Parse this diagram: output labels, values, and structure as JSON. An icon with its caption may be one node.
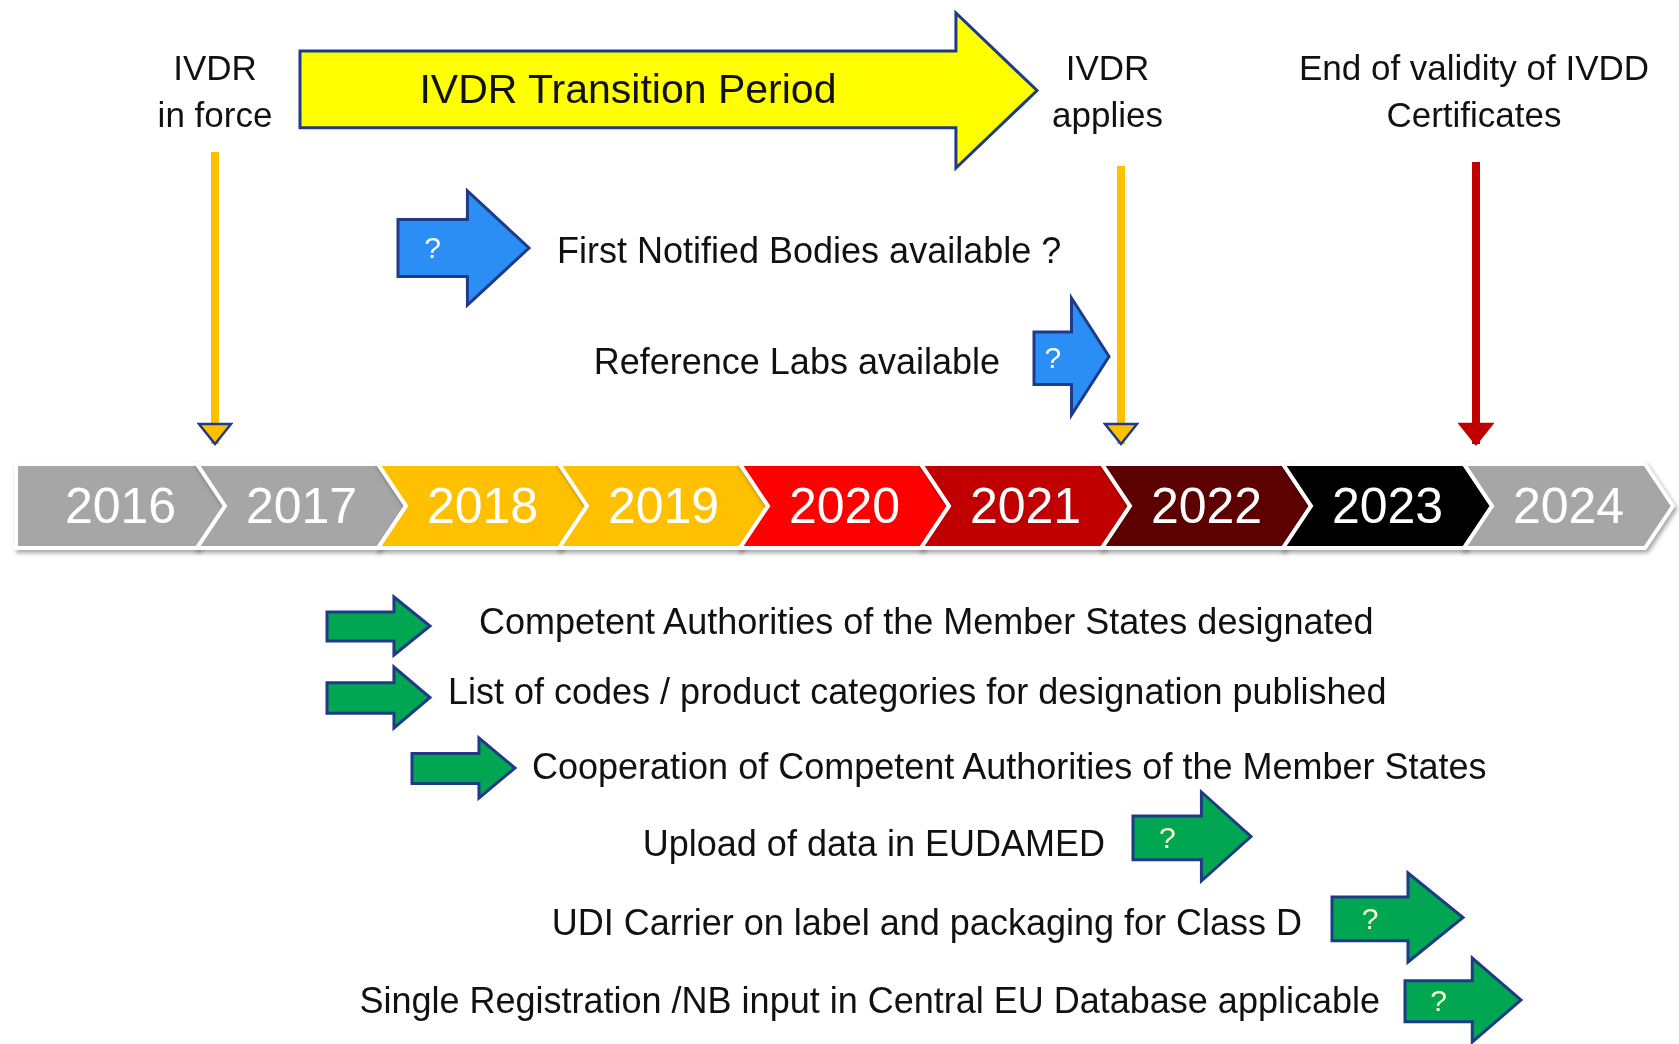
{
  "diagram": {
    "nodes": [
      {
        "text": [
          "IVDR in force"
        ]
      },
      {
        "text": [
          "IVDR Transition Period"
        ]
      },
      {
        "text": [
          "IVDR applies"
        ]
      },
      {
        "text": [
          "End of validity of IVDD Certificates"
        ]
      },
      {
        "text": [
          "?"
        ],
        "beside": [
          "First Notified Bodies available ?"
        ]
      },
      {
        "text": [
          "?"
        ],
        "beside": [
          "Reference Labs available"
        ]
      },
      {
        "text": [
          "2016"
        ]
      },
      {
        "text": [
          "2017"
        ]
      },
      {
        "text": [
          "2018"
        ]
      },
      {
        "text": [
          "2019"
        ]
      },
      {
        "text": [
          "2020"
        ]
      },
      {
        "text": [
          "2021"
        ]
      },
      {
        "text": [
          "2022"
        ]
      },
      {
        "text": [
          "2023"
        ]
      },
      {
        "text": [
          "2024"
        ]
      },
      {
        "text": [],
        "shape": "arrow",
        "beside": [
          "Competent Authorities of the Member States designated"
        ]
      },
      {
        "text": [],
        "shape": "arrow",
        "beside": [
          "List of codes / product categories for designation published"
        ]
      },
      {
        "text": [],
        "shape": "arrow",
        "beside": [
          "Cooperation of Competent Authorities of the Member States"
        ]
      },
      {
        "text": [
          "?"
        ],
        "beside": [
          "Upload of data in EUDAMED"
        ]
      },
      {
        "text": [
          "?"
        ],
        "beside": [
          "UDI Carrier on label and packaging for Class D"
        ]
      },
      {
        "text": [
          "?"
        ],
        "beside": [
          "Single Registration /NB input in Central EU Database applicable"
        ]
      }
    ],
    "edges": [
      {
        "from": 0,
        "to": 6,
        "arrow": "to"
      },
      {
        "from": 2,
        "to": 12,
        "arrow": "to"
      },
      {
        "from": 3,
        "to": 13,
        "arrow": "to",
        "color": "#c00000"
      }
    ]
  }
}
